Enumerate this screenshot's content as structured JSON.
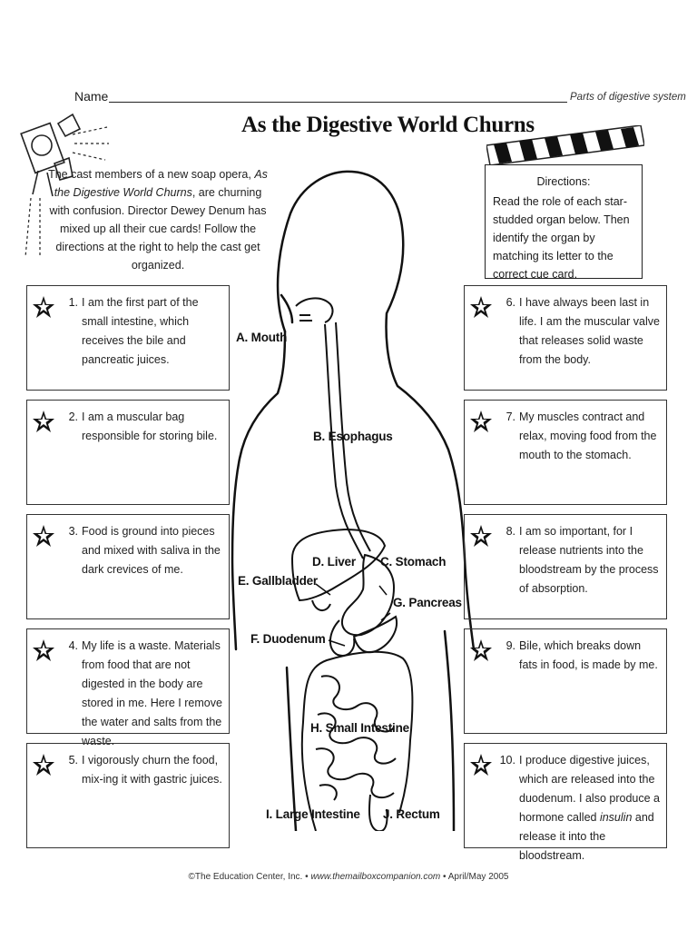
{
  "header": {
    "name_label": "Name",
    "subject": "Parts of digestive system",
    "title": "As the Digestive World Churns"
  },
  "intro": {
    "part1": "The cast members of a new soap opera,",
    "italic": "As the Digestive World Churns",
    "part2": ", are churning with confusion. Director Dewey Denum has mixed up all their cue cards! Follow the directions at the right to help the cast get organized."
  },
  "directions": {
    "heading": "Directions:",
    "text": "Read the role of each star-studded organ below. Then identify the organ by matching its letter to the correct cue card."
  },
  "cards": [
    {
      "num": "1.",
      "text": "I am the first part of the small intestine, which receives the bile and pancreatic juices."
    },
    {
      "num": "2.",
      "text": "I am a muscular bag responsible for storing bile."
    },
    {
      "num": "3.",
      "text": "Food is ground into pieces and mixed with saliva in the dark crevices of me."
    },
    {
      "num": "4.",
      "text": "My life is a waste. Materials from food that are not digested in the body are stored in me. Here I remove the water and salts from the waste."
    },
    {
      "num": "5.",
      "text": "I vigorously churn the food, mix-ing it with gastric juices."
    },
    {
      "num": "6.",
      "text": "I have always been last in life. I am the muscular valve that releases solid waste from the body."
    },
    {
      "num": "7.",
      "text": "My muscles contract and relax, moving food from the mouth to the stomach."
    },
    {
      "num": "8.",
      "text": "I am so important, for I release nutrients into the bloodstream by the process of absorption."
    },
    {
      "num": "9.",
      "text": "Bile, which breaks down fats in food, is made by me."
    },
    {
      "num": "10.",
      "text_a": "I produce digestive juices, which are released into the duodenum. I also produce a hormone called ",
      "text_italic": "insulin",
      "text_b": " and release it into the bloodstream."
    }
  ],
  "labels": {
    "mouth": "A. Mouth",
    "esophagus": "B. Esophagus",
    "stomach": "C. Stomach",
    "liver": "D. Liver",
    "gallbladder": "E. Gallbladder",
    "duodenum": "F. Duodenum",
    "pancreas": "G. Pancreas",
    "small_intestine": "H. Small Intestine",
    "large_intestine": "I. Large Intestine",
    "rectum": "J. Rectum"
  },
  "footer": {
    "part1": "©The Education Center, Inc. • ",
    "italic": "www.themailboxcompanion.com",
    "part2": " • April/May 2005"
  }
}
